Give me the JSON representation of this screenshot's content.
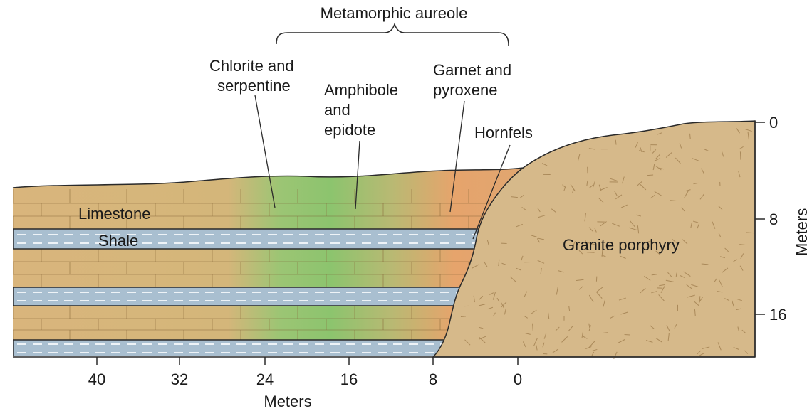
{
  "title": "Metamorphic aureole",
  "zones": {
    "chlorite": [
      "Chlorite and",
      "serpentine"
    ],
    "amphibole": [
      "Amphibole",
      "and",
      "epidote"
    ],
    "garnet": [
      "Garnet and",
      "pyroxene"
    ],
    "hornfels": "Hornfels"
  },
  "rocks": {
    "limestone": "Limestone",
    "shale": "Shale",
    "granite": "Granite porphyry"
  },
  "x_axis": {
    "label": "Meters",
    "ticks": [
      "40",
      "32",
      "24",
      "16",
      "8",
      "0"
    ]
  },
  "y_axis": {
    "label": "Meters",
    "ticks": [
      "0",
      "8",
      "16"
    ]
  },
  "colors": {
    "limestone": "#d9b57c",
    "shale": "#a9bfd0",
    "granite": "#d6b98a",
    "chlorite_zone": "#8fc46f",
    "garnet_zone": "#e8a06a",
    "outline": "#2a2a2a"
  }
}
